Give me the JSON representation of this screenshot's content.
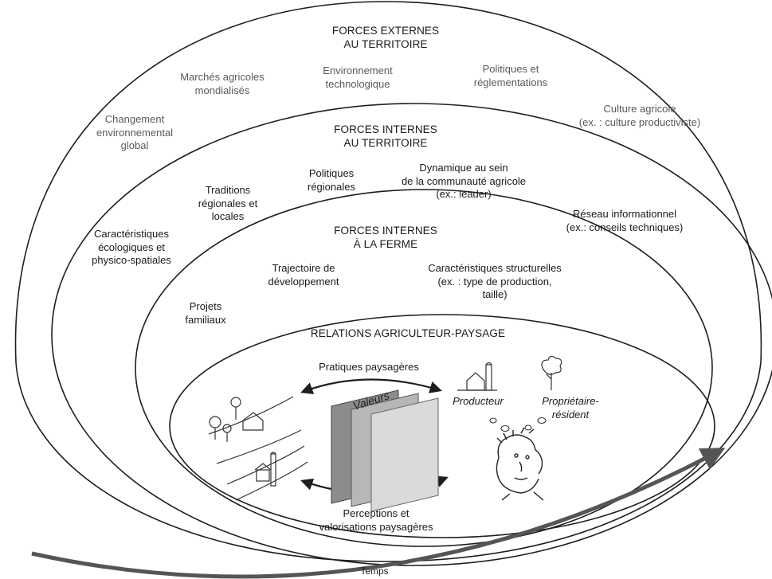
{
  "external": {
    "title": "FORCES EXTERNES\nAU TERRITOIRE",
    "markets": "Marchés agricoles\nmondialisés",
    "technology": "Environnement\ntechnologique",
    "policies": "Politiques et\nréglementations",
    "global_change": "Changement\nenvironnemental\nglobal",
    "farm_culture": "Culture agricole\n(ex. : culture productiviste)"
  },
  "internal_territory": {
    "title": "FORCES INTERNES\nAU TERRITOIRE",
    "regional_policies": "Politiques\nrégionales",
    "community_dynamics": "Dynamique au sein\nde la communauté agricole\n(ex.: leader)",
    "traditions": "Traditions\nrégionales et\nlocales",
    "info_network": "Réseau informationnel\n(ex.: conseils techniques)",
    "ecological": "Caractéristiques\nécologiques et\nphysico-spatiales"
  },
  "farm": {
    "title": "FORCES INTERNES\nÀ LA FERME",
    "trajectory": "Trajectoire de\ndéveloppement",
    "structural": "Caractéristiques structurelles\n(ex. : type de production,\ntaille)",
    "family_projects": "Projets\nfamiliaux"
  },
  "relations": {
    "title": "RELATIONS AGRICULTEUR-PAYSAGE",
    "practices": "Pratiques paysagères",
    "values": "Valeurs",
    "producer": "Producteur",
    "owner_resident": "Propriétaire-\nrésident",
    "perceptions": "Perceptions et\nvalorisations paysagères"
  },
  "time_label": "Temps"
}
